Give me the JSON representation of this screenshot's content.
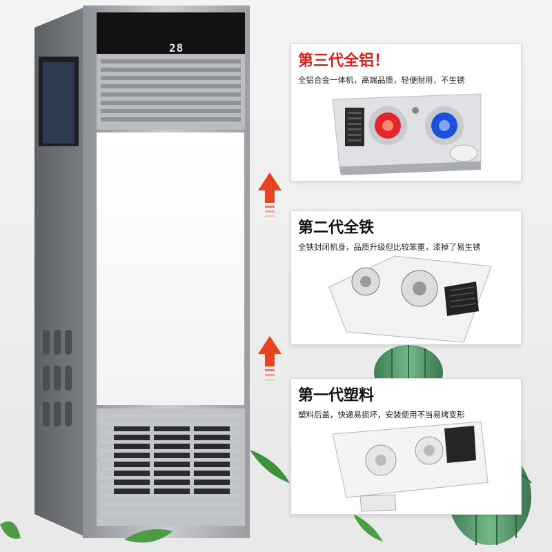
{
  "heater": {
    "display_reading": "28"
  },
  "cards": [
    {
      "title": "第三代全铝！",
      "title_color": "#d9201a",
      "description": "全铝合金一体机，高端品质，轻便耐用，不生锈"
    },
    {
      "title": "第二代全铁",
      "title_color": "#111111",
      "description": "全铁封闭机身，品质升级但比较笨重，漆掉了易生锈"
    },
    {
      "title": "第一代塑料",
      "title_color": "#111111",
      "description": "塑料后盖，快递易损坏，安装使用不当易烤变形"
    }
  ],
  "colors": {
    "arrow": "#e8431f",
    "red_lamp": "#e3262d",
    "blue_lamp": "#1d4fd8",
    "frame": "#9fa3a9"
  }
}
